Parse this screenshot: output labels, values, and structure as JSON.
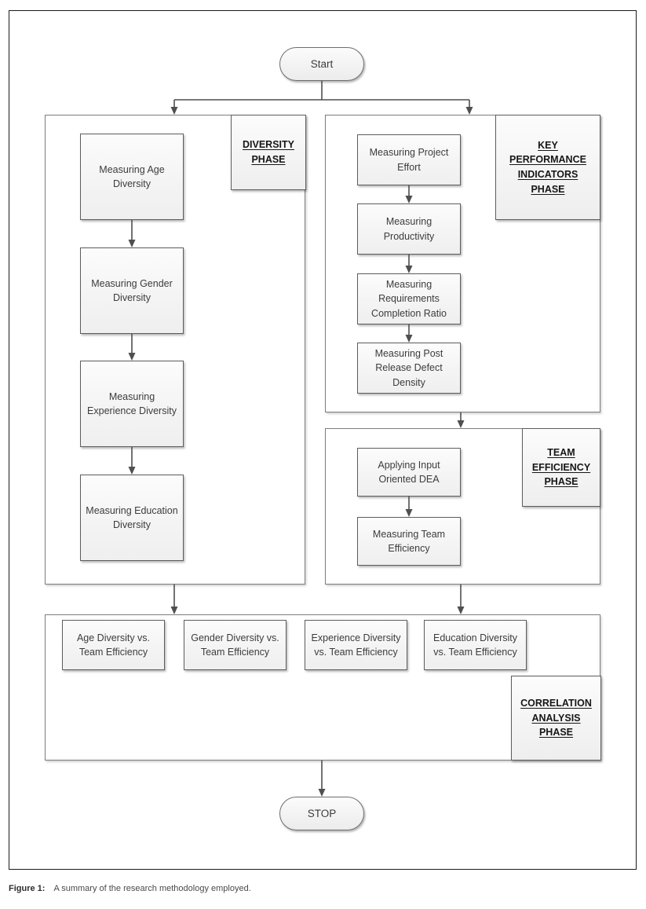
{
  "figure": {
    "caption_label": "Figure 1:",
    "caption_text": "A summary of the research methodology employed."
  },
  "flowchart": {
    "start_node": "Start",
    "stop_node": "STOP",
    "phases": [
      {
        "id": "diversity",
        "label": "DIVERSITY\nPHASE",
        "label_line1": "DIVERSITY",
        "label_line2": "PHASE",
        "steps": [
          "Measuring Age Diversity",
          "Measuring Gender Diversity",
          "Measuring Experience Diversity",
          "Measuring Education Diversity"
        ]
      },
      {
        "id": "kpi",
        "label_line1": "KEY",
        "label_line2": "PERFORMANCE",
        "label_line3": "INDICATORS",
        "label_line4": "PHASE",
        "steps": [
          "Measuring Project Effort",
          "Measuring Productivity",
          "Measuring Requirements Completion Ratio",
          "Measuring Post Release Defect Density"
        ]
      },
      {
        "id": "team-efficiency",
        "label_line1": "TEAM",
        "label_line2": "EFFICIENCY",
        "label_line3": "PHASE",
        "steps": [
          "Applying Input Oriented DEA",
          "Measuring Team Efficiency"
        ]
      },
      {
        "id": "correlation",
        "label_line1": "CORRELATION",
        "label_line2": "ANALYSIS",
        "label_line3": "PHASE",
        "steps": [
          "Age Diversity vs. Team Efficiency",
          "Gender Diversity vs. Team Efficiency",
          "Experience Diversity vs. Team Efficiency",
          "Education Diversity vs. Team Efficiency"
        ]
      }
    ]
  },
  "colors": {
    "box_border": "#5d5d5d",
    "box_fill": "#f4f4f4",
    "connector": "#4f4f4f",
    "frame_border": "#1b1b1b",
    "text": "#3c3c3c"
  }
}
